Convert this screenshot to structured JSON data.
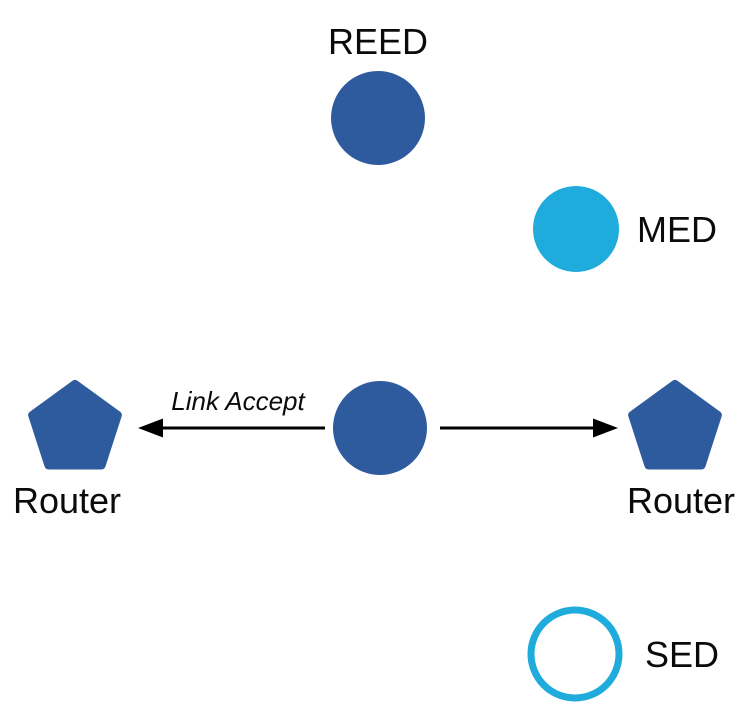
{
  "diagram": {
    "background": "#ffffff",
    "colors": {
      "node_blue": "#2E5B9E",
      "node_cyan": "#1FABDB",
      "arrow_black": "#000000",
      "label_black": "#0b0b0b"
    },
    "nodes": {
      "reed": {
        "label": "REED",
        "shape": "circle",
        "fill_style": "solid-blue"
      },
      "med": {
        "label": "MED",
        "shape": "circle",
        "fill_style": "solid-cyan"
      },
      "center": {
        "label": "",
        "shape": "circle",
        "fill_style": "solid-blue"
      },
      "router_left": {
        "label": "Router",
        "shape": "pentagon",
        "fill_style": "solid-blue"
      },
      "router_right": {
        "label": "Router",
        "shape": "pentagon",
        "fill_style": "solid-blue"
      },
      "sed": {
        "label": "SED",
        "shape": "circle",
        "fill_style": "outline-cyan"
      }
    },
    "edges": {
      "center_to_left_router": {
        "label": "Link Accept",
        "arrowhead": "left"
      },
      "center_to_right_router": {
        "label": "",
        "arrowhead": "right"
      }
    }
  }
}
